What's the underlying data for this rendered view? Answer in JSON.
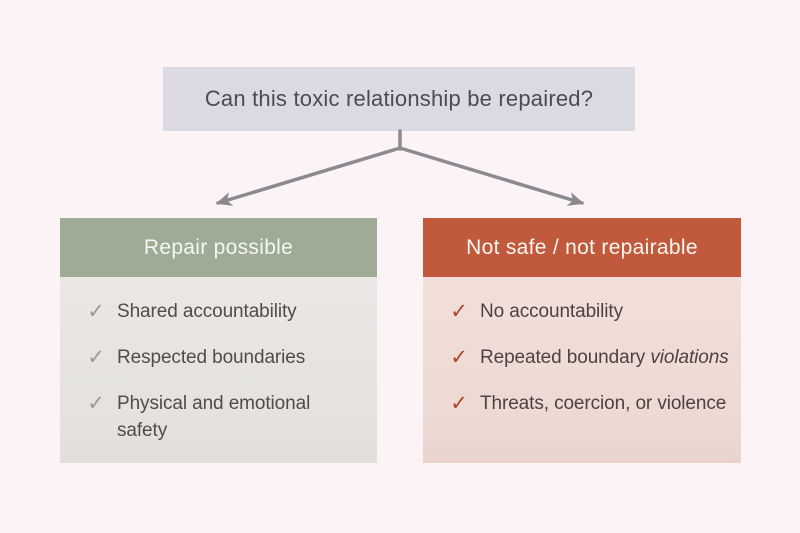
{
  "colors": {
    "background": "#fcf3f7",
    "title_box_bg": "#dbdae3",
    "title_text": "#4b4a55",
    "arrow": "#8b8a90",
    "left_header_bg": "#9dab97",
    "left_body_bg": "#e8e5e1",
    "left_check": "#9a9a96",
    "right_header_bg": "#c15a3d",
    "right_body_bg": "#f0ddd6",
    "right_check": "#b04328",
    "header_text": "#f7f6f0"
  },
  "check_glyph": "✓",
  "title_box": {
    "label": "Can this toxic relationship be repaired?"
  },
  "left_card": {
    "header": "Repair possible",
    "items": [
      {
        "text": "Shared accountability",
        "italic": ""
      },
      {
        "text": "Respected boundaries",
        "italic": ""
      },
      {
        "text": "Physical and emotional safety",
        "italic": ""
      }
    ]
  },
  "right_card": {
    "header": "Not safe / not repairable",
    "items": [
      {
        "text": "No accountability",
        "italic": ""
      },
      {
        "text": "Repeated boundary ",
        "italic": "violations"
      },
      {
        "text": "Threats, coercion, or violence",
        "italic": ""
      }
    ]
  }
}
